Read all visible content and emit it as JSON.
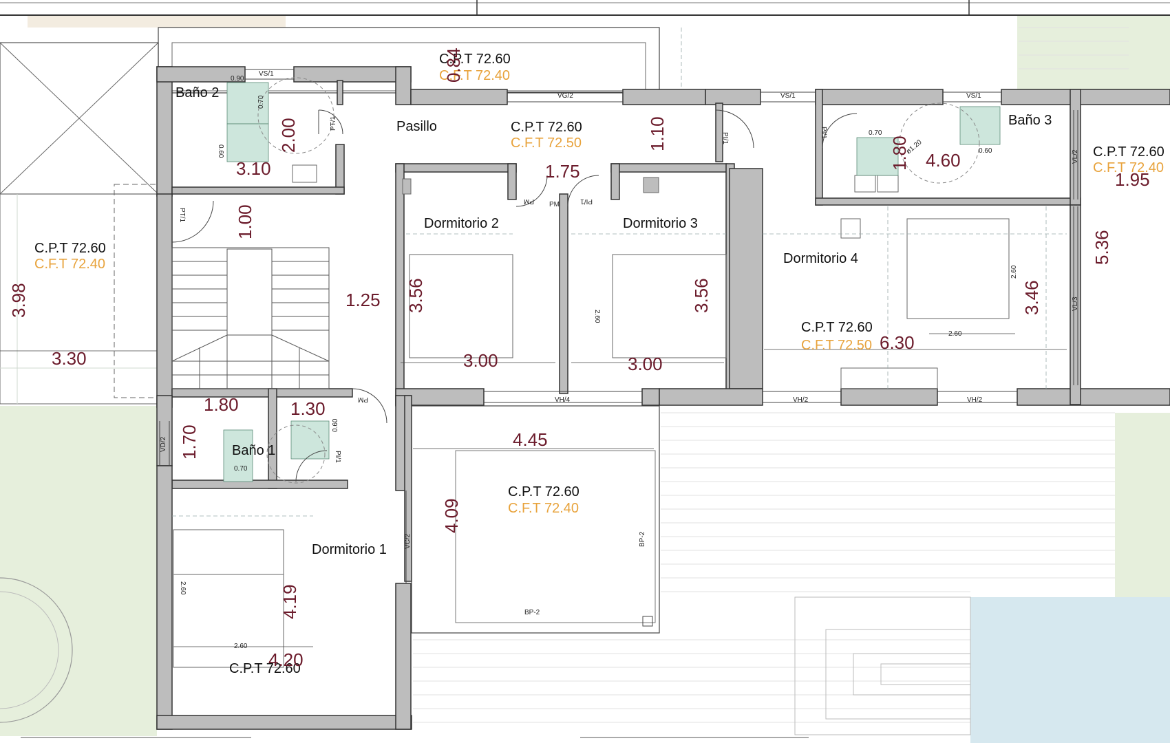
{
  "colors": {
    "wall": "#bdbdbd",
    "dimension": "#6b1b2b",
    "cft": "#e8a33c",
    "lawn": "#e6efdc",
    "pool": "#d6e8ef",
    "hatch": "#cde6dc"
  },
  "rooms": {
    "bano2": "Baño 2",
    "pasillo": "Pasillo",
    "bano3": "Baño 3",
    "dormitorio2": "Dormitorio 2",
    "dormitorio3": "Dormitorio 3",
    "dormitorio4": "Dormitorio 4",
    "bano1": "Baño 1",
    "dormitorio1": "Dormitorio 1"
  },
  "levels": {
    "top_cpt": "C.P.T 72.60",
    "top_cft": "C.F.T 72.40",
    "pasillo_cpt": "C.P.T 72.60",
    "pasillo_cft": "C.F.T 72.50",
    "right_cpt": "C.P.T 72.60",
    "right_cft": "C.F.T 72.40",
    "left_cpt": "C.P.T 72.60",
    "left_cft": "C.F.T 72.40",
    "d4_cpt": "C.P.T 72.60",
    "d4_cft": "C.F.T 72.50",
    "terrace_cpt": "C.P.T 72.60",
    "terrace_cft": "C.F.T 72.40",
    "d1_cpt": "C.P.T 72.60"
  },
  "dimensions": {
    "d_084": "0.84",
    "d_200": "2.00",
    "d_310": "3.10",
    "d_110": "1.10",
    "d_175": "1.75",
    "d_180a": "1.80",
    "d_460": "4.60",
    "d_195": "1.95",
    "d_100": "1.00",
    "d_536": "5.36",
    "d_398": "3.98",
    "d_125": "1.25",
    "d_356a": "3.56",
    "d_356b": "3.56",
    "d_346": "3.46",
    "d_630": "6.30",
    "d_330": "3.30",
    "d_300a": "3.00",
    "d_300b": "3.00",
    "d_180b": "1.80",
    "d_130": "1.30",
    "d_170": "1.70",
    "d_445": "4.45",
    "d_409": "4.09",
    "d_419": "4.19",
    "d_420": "4.20"
  },
  "small_labels": {
    "vs1_a": "VS/1",
    "vg2": "VG/2",
    "vs1_b": "VS/1",
    "vs1_c": "VS/1",
    "pt1_a": "PT/1",
    "pi1_a": "PI/1",
    "pi1_b": "PI/1",
    "pm_a": "PM",
    "pm_b": "PM",
    "pi1_c": "PI/1",
    "vl2": "VL/2",
    "vl3": "VL/3",
    "pt1_b": "PT/1",
    "vh4": "VH/4",
    "vh2_a": "VH/2",
    "vh2_b": "VH/2",
    "vd2": "VD/2",
    "pm_c": "PM",
    "vc2": "VC/2",
    "bp2_a": "BP-2",
    "bp2_b": "BP-2",
    "pi1_d": "PI/1",
    "s260_a": "2.60",
    "s260_b": "2.60",
    "s260_c": "2.60",
    "s260_d": "2.60",
    "s260_e": "2.60",
    "s070_a": "0.70",
    "s060_a": "0.60",
    "s090_a": "0.90",
    "s070_b": "0.70",
    "s060_b": "0.60",
    "s070_c": "0.70",
    "s060_c": "0.60",
    "s120": "ø1.20"
  }
}
